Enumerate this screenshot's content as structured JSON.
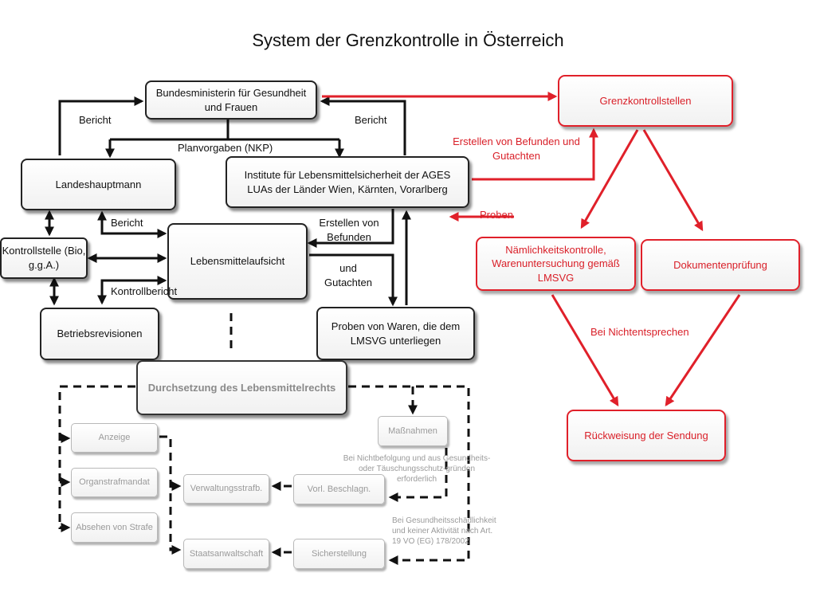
{
  "title": "System der Grenzkontrolle in Österreich",
  "nodes": {
    "ministry": "Bundesministerin für Gesundheit und Frauen",
    "landeshauptmann": "Landeshauptmann",
    "ages": "Institute für Lebensmittelsicherheit der AGES LUAs der Länder Wien, Kärnten, Vorarlberg",
    "kontrollstelle": "Kontrollstelle (Bio, g.g.A.)",
    "lebensmittelaufsicht": "Lebensmittelaufsicht",
    "betriebsrevisionen": "Betriebsrevisionen",
    "proben_waren": "Proben von Waren, die dem LMSVG unterliegen",
    "durchsetzung": "Durchsetzung des Lebensmittelrechts",
    "anzeige": "Anzeige",
    "organstrafmandat": "Organstrafmandat",
    "absehen": "Absehen von Strafe",
    "verwaltungsstrafb": "Verwaltungsstrafb.",
    "staatsanwaltschaft": "Staatsanwaltschaft",
    "massnahmen": "Maßnahmen",
    "vorl_beschlagn": "Vorl. Beschlagn.",
    "sicherstellung": "Sicherstellung",
    "grenzkontrollstellen": "Grenzkontrollstellen",
    "naemlichkeit": "Nämlichkeitskontrolle, Warenuntersuchung gemäß LMSVG",
    "dokumentenpruefung": "Dokumentenprüfung",
    "rueckweisung": "Rückweisung der Sendung"
  },
  "labels": {
    "bericht_left": "Bericht",
    "bericht_right": "Bericht",
    "planvorgaben": "Planvorgaben (NKP)",
    "bericht_mid": "Bericht",
    "kontrollbericht": "Kontrollbericht",
    "erstellen_befunden": "Erstellen von Befunden",
    "und_gutachten": "und Gutachten",
    "red_befunden": "Erstellen von Befunden und Gutachten",
    "red_proben": "Proben",
    "nichtentsprechen": "Bei Nichtentsprechen",
    "nichtbefolgung": "Bei Nichtbefolgung und aus Gesundheits- oder Täuschungsschutz-gründen erforderlich",
    "gesundheitsschaedlichkeit": "Bei Gesundheitsschädlichkeit und keiner Aktivität nach Art. 19 VO (EG) 178/2002"
  },
  "colors": {
    "accent_red": "#e0202a",
    "line_black": "#111111",
    "muted_gray": "#9a9a9a"
  }
}
